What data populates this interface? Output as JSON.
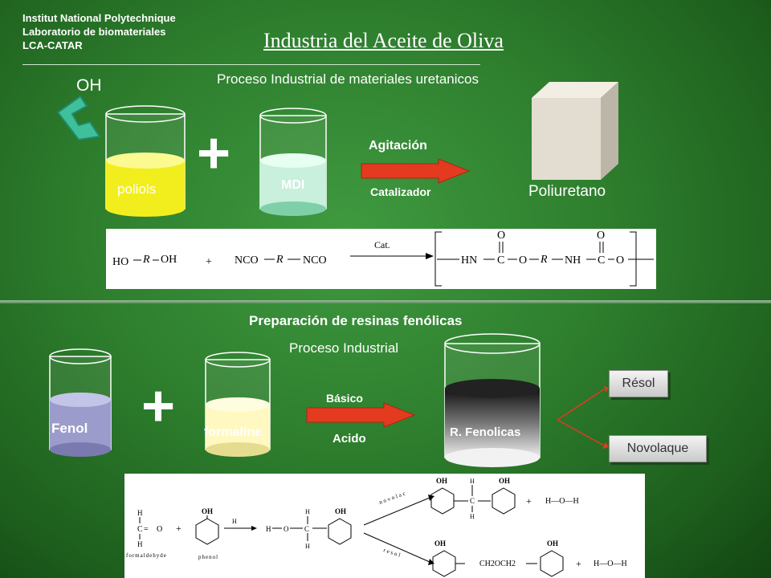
{
  "institute": {
    "line1": "Institut National Polytechnique",
    "line2": "Laboratorio de biomateriales",
    "line3": "LCA-CATAR"
  },
  "title": "Industria del Aceite de Oliva",
  "section1": {
    "subtitle": "Proceso Industrial de materiales uretanicos",
    "oh_label": "OH",
    "beaker1_label": "poliols",
    "beaker2_label": "MDI",
    "arrow_top": "Agitación",
    "arrow_bottom": "Catalizador",
    "product_label": "Poliuretano",
    "colors": {
      "poliols": "#f2ee1e",
      "mdi": "#c8f0dc"
    }
  },
  "reaction1": {
    "left": "HO",
    "r1": "R",
    "oh": "OH",
    "plus": "+",
    "nco1": "NCO",
    "r2": "R",
    "nco2": "NCO",
    "cat": "Cat.",
    "o1": "O",
    "hn": "HN",
    "c1": "C",
    "o2": "O",
    "r3": "R",
    "nh": "NH",
    "o3": "O",
    "c2": "C",
    "o4": "O"
  },
  "section2": {
    "title": "Preparación de resinas fenólicas",
    "subtitle": "Proceso Industrial",
    "beaker1_label": "Fenol",
    "beaker2_label": "formaline",
    "arrow_top": "Básico",
    "arrow_bottom": "Acido",
    "beaker3_label": "R. Fenolicas",
    "button1": "Résol",
    "button2": "Novolaque",
    "colors": {
      "fenol": "#9c9ccc",
      "formaline": "#fff8c0"
    }
  },
  "reaction2": {
    "formaldehyde_h1": "H",
    "formaldehyde_c": "C",
    "formaldehyde_eq": "=",
    "formaldehyde_o": "O",
    "formaldehyde_h2": "H",
    "formaldehyde_label": "formaldehyde",
    "plus1": "+",
    "oh1": "OH",
    "phenol_label": "phenol",
    "h_top": "H",
    "mid_h": "H",
    "mid_o": "O",
    "mid_c": "C",
    "mid_h2": "H",
    "mid_h3": "H",
    "oh2": "OH",
    "novolac_label": "novolac",
    "resol_label": "resol",
    "top_oh1": "OH",
    "top_oh2": "OH",
    "top_h1": "H",
    "top_c": "C",
    "top_h2": "H",
    "top_plus": "+",
    "top_water": "H—O—H",
    "bot_oh1": "OH",
    "bot_ch": "CH2OCH2",
    "bot_oh2": "OH",
    "bot_plus": "+",
    "bot_water": "H—O—H"
  }
}
